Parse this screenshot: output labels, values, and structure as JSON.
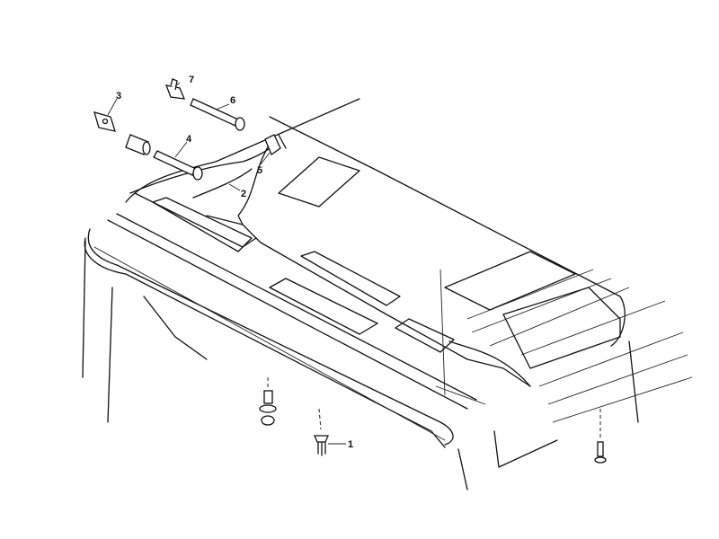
{
  "diagram": {
    "type": "exploded parts diagram",
    "callouts": [
      {
        "id": "1",
        "text": "1"
      },
      {
        "id": "2",
        "text": "2"
      },
      {
        "id": "3",
        "text": "3"
      },
      {
        "id": "4",
        "text": "4"
      },
      {
        "id": "5",
        "text": "5"
      },
      {
        "id": "6",
        "text": "6"
      },
      {
        "id": "7",
        "text": "7"
      }
    ]
  }
}
